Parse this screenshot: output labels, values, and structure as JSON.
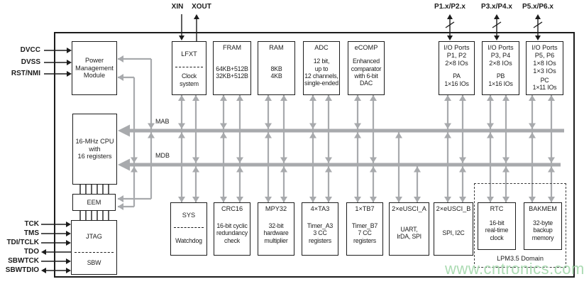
{
  "watermark": "www.cntronics.com",
  "colors": {
    "line_gray": "#a8aaad",
    "ink": "#1c1c1c",
    "watermark_green": "#a5d9ad"
  },
  "buses": {
    "mab": "MAB",
    "mdb": "MDB"
  },
  "lpm": {
    "label": "LPM3.5 Domain"
  },
  "pins": {
    "xin": "XIN",
    "xout": "XOUT",
    "p12": "P1.x/P2.x",
    "p34": "P3.x/P4.x",
    "p56": "P5.x/P6.x",
    "dvcc": "DVCC",
    "dvss": "DVSS",
    "rstnmi": "RST/NMI",
    "tck": "TCK",
    "tms": "TMS",
    "tditclk": "TDI/TCLK",
    "tdo": "TDO",
    "sbwtck": "SBWTCK",
    "sbwtdio": "SBWTDIO"
  },
  "blocks": {
    "pmm": {
      "title": "Power\nManagement\nModule"
    },
    "lfxt": {
      "title": "LFXT",
      "sub": "Clock\nsystem"
    },
    "fram": {
      "title": "FRAM",
      "sub": "64KB+512B\n32KB+512B"
    },
    "ram": {
      "title": "RAM",
      "sub": "8KB\n4KB"
    },
    "adc": {
      "title": "ADC",
      "sub": "12 bit,\nup to\n12 channels,\nsingle-ended"
    },
    "ecomp": {
      "title": "eCOMP",
      "sub": "Enhanced\ncomparator\nwith 6-bit\nDAC"
    },
    "io12": {
      "title": "I/O Ports\nP1, P2\n2×8 IOs",
      "sub": "PA\n1×16 IOs"
    },
    "io34": {
      "title": "I/O Ports\nP3, P4\n2×8 IOs",
      "sub": "PB\n1×16 IOs"
    },
    "io56": {
      "title": "I/O Ports\nP5, P6\n1×8 IOs\n1×3 IOs",
      "sub": "PC\n1×11 IOs"
    },
    "cpu": {
      "title": "16-MHz CPU\nwith\n16 registers"
    },
    "eem": {
      "title": "EEM"
    },
    "jtag": {
      "title": "JTAG",
      "sub": "SBW"
    },
    "sys": {
      "title": "SYS",
      "sub": "Watchdog"
    },
    "crc": {
      "title": "CRC16",
      "sub": "16-bit cyclic\nredundancy\ncheck"
    },
    "mpy": {
      "title": "MPY32",
      "sub": "32-bit\nhardware\nmultiplier"
    },
    "ta3": {
      "title": "4×TA3",
      "sub": "Timer_A3\n3 CC\nregisters"
    },
    "tb7": {
      "title": "1×TB7",
      "sub": "Timer_B7\n7 CC\nregisters"
    },
    "eusci_a": {
      "title": "2×eUSCI_A",
      "sub": "UART,\nIrDA, SPI"
    },
    "eusci_b": {
      "title": "2×eUSCI_B",
      "sub": "SPI, I2C"
    },
    "rtc": {
      "title": "RTC",
      "sub": "16-bit\nreal-time\nclock"
    },
    "bakmem": {
      "title": "BAKMEM",
      "sub": "32-byte\nbackup\nmemory"
    }
  }
}
